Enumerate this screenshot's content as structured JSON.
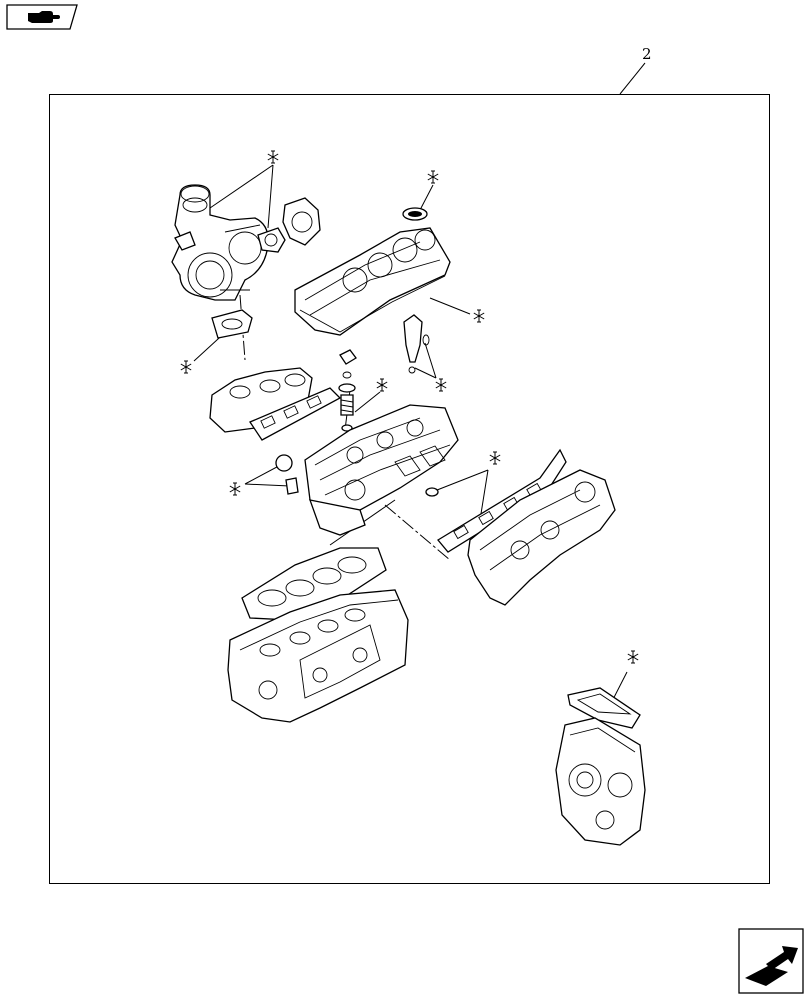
{
  "diagram": {
    "reference_number": "2"
  },
  "icons": {
    "corner": "hand-pointer-icon",
    "navigation": "return-arrow-icon"
  },
  "callouts": [
    {
      "id": "turbo-gaskets",
      "symbol": "*"
    },
    {
      "id": "valve-cover-seal",
      "symbol": "*"
    },
    {
      "id": "valve-cover-gasket",
      "symbol": "*"
    },
    {
      "id": "turbo-flange-gasket",
      "symbol": "*"
    },
    {
      "id": "injector-seals",
      "symbol": "*"
    },
    {
      "id": "valve-stem-seals",
      "symbol": "*"
    },
    {
      "id": "exhaust-manifold-gaskets",
      "symbol": "*"
    },
    {
      "id": "intake-manifold-gaskets",
      "symbol": "*"
    },
    {
      "id": "front-cover-gasket",
      "symbol": "*"
    }
  ]
}
